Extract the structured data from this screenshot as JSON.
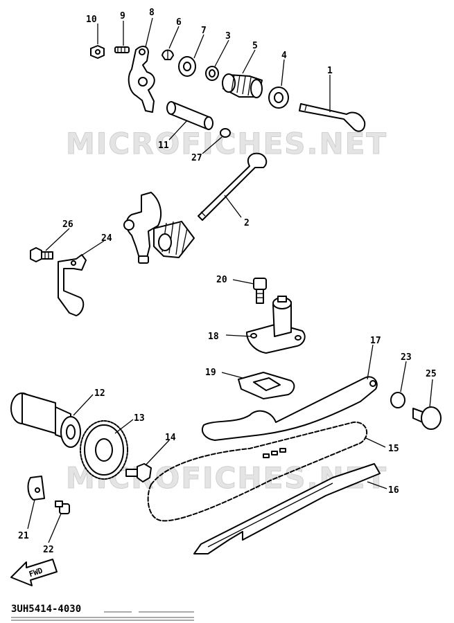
{
  "diagram": {
    "watermark": "MICROFICHES.NET",
    "drawing_code": "3UH5414-4030",
    "fwd_label": "FWD",
    "callouts": [
      {
        "label": "1"
      },
      {
        "label": "2"
      },
      {
        "label": "3"
      },
      {
        "label": "4"
      },
      {
        "label": "5"
      },
      {
        "label": "6"
      },
      {
        "label": "7"
      },
      {
        "label": "8"
      },
      {
        "label": "9"
      },
      {
        "label": "10"
      },
      {
        "label": "11"
      },
      {
        "label": "12"
      },
      {
        "label": "13"
      },
      {
        "label": "14"
      },
      {
        "label": "15"
      },
      {
        "label": "16"
      },
      {
        "label": "17"
      },
      {
        "label": "18"
      },
      {
        "label": "19"
      },
      {
        "label": "20"
      },
      {
        "label": "21"
      },
      {
        "label": "22"
      },
      {
        "label": "23"
      },
      {
        "label": "24"
      },
      {
        "label": "25"
      },
      {
        "label": "26"
      },
      {
        "label": "27"
      }
    ]
  }
}
